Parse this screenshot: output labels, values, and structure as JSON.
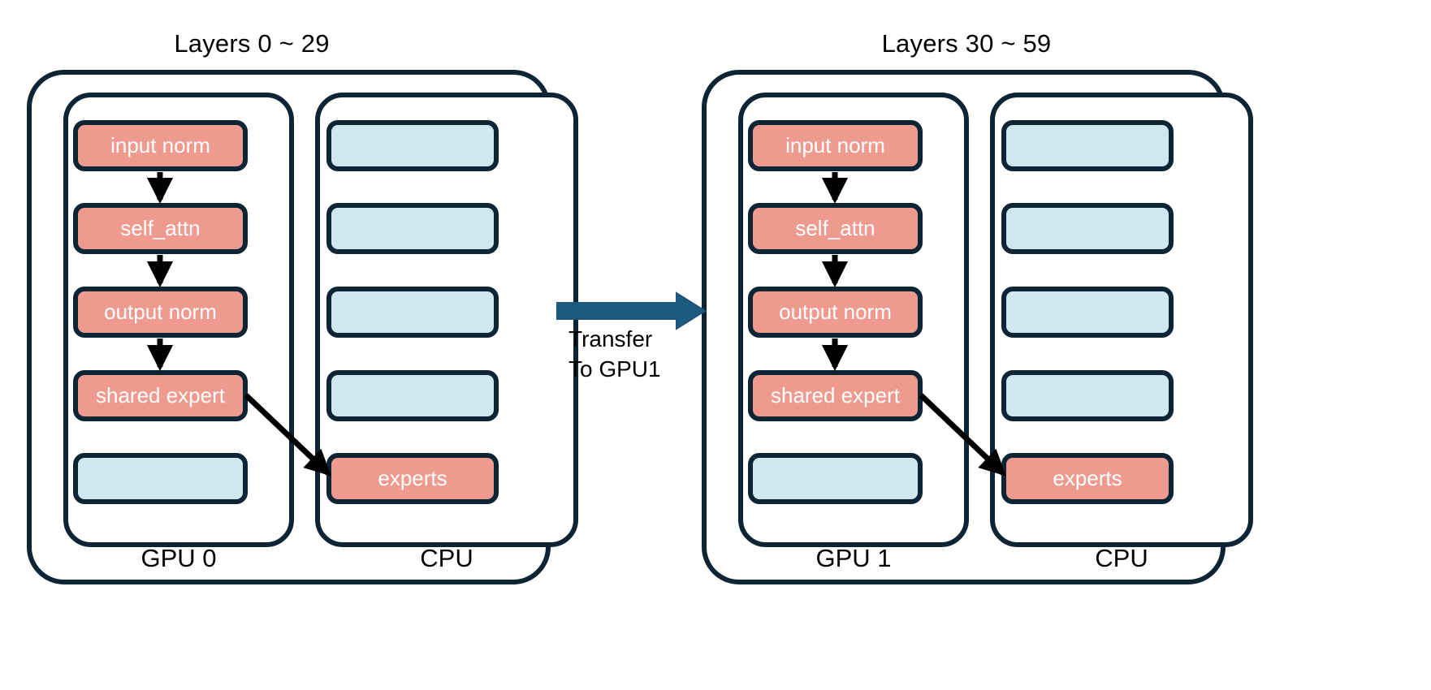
{
  "figure": {
    "background": "#ffffff",
    "outline_color": "#0d2434",
    "active_color": "#ee9a8f",
    "inactive_color": "#cfe7ef",
    "transfer_arrow_color": "#1b5b7e",
    "flow_arrow_color": "#000000"
  },
  "panels": [
    {
      "title": "Layers 0 ~ 29",
      "columns": [
        {
          "device_label": "GPU 0",
          "blocks": [
            {
              "label": "input norm",
              "state": "active"
            },
            {
              "label": "self_attn",
              "state": "active"
            },
            {
              "label": "output norm",
              "state": "active"
            },
            {
              "label": "shared expert",
              "state": "active"
            },
            {
              "label": "",
              "state": "inactive"
            }
          ]
        },
        {
          "device_label": "CPU",
          "blocks": [
            {
              "label": "",
              "state": "inactive"
            },
            {
              "label": "",
              "state": "inactive"
            },
            {
              "label": "",
              "state": "inactive"
            },
            {
              "label": "",
              "state": "inactive"
            },
            {
              "label": "experts",
              "state": "active"
            }
          ]
        }
      ]
    },
    {
      "title": "Layers 30 ~ 59",
      "columns": [
        {
          "device_label": "GPU 1",
          "blocks": [
            {
              "label": "input norm",
              "state": "active"
            },
            {
              "label": "self_attn",
              "state": "active"
            },
            {
              "label": "output norm",
              "state": "active"
            },
            {
              "label": "shared expert",
              "state": "active"
            },
            {
              "label": "",
              "state": "inactive"
            }
          ]
        },
        {
          "device_label": "CPU",
          "blocks": [
            {
              "label": "",
              "state": "inactive"
            },
            {
              "label": "",
              "state": "inactive"
            },
            {
              "label": "",
              "state": "inactive"
            },
            {
              "label": "",
              "state": "inactive"
            },
            {
              "label": "experts",
              "state": "active"
            }
          ]
        }
      ]
    }
  ],
  "transfer": {
    "label": "Transfer\nTo GPU1"
  }
}
